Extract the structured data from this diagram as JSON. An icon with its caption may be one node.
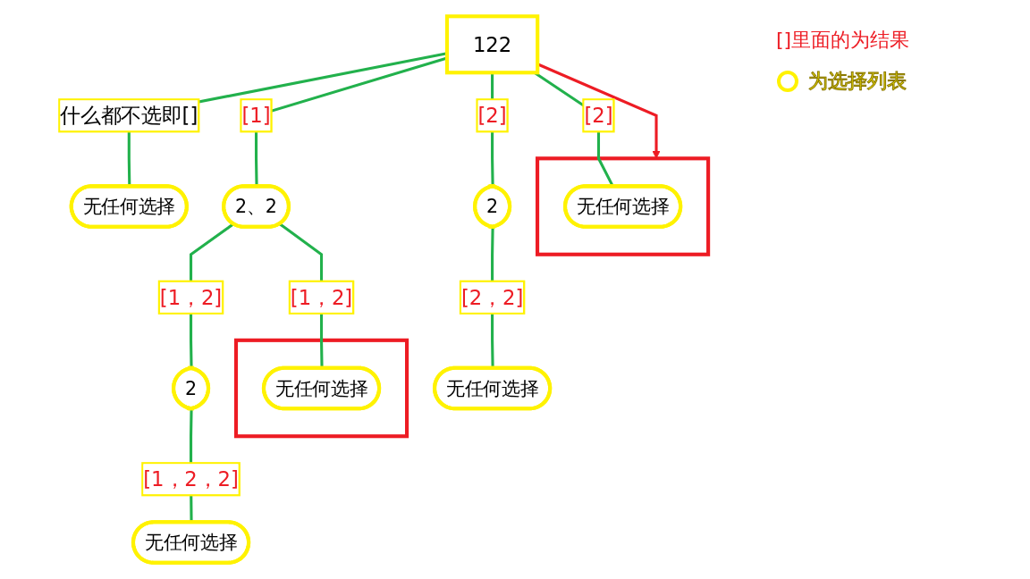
{
  "diagram": {
    "nodes": [
      {
        "text": [
          "122"
        ]
      },
      {
        "text": [
          "无任何选择"
        ]
      },
      {
        "text": [
          "2、2"
        ]
      },
      {
        "text": [
          "2"
        ]
      },
      {
        "text": [],
        "shape": "box"
      },
      {
        "text": [
          "无任何选择"
        ],
        "in": 4
      },
      {
        "text": [],
        "shape": "box"
      },
      {
        "text": [
          "2"
        ]
      },
      {
        "text": [
          "无任何选择"
        ],
        "in": 6
      },
      {
        "text": [
          "无任何选择"
        ]
      },
      {
        "text": [
          "无任何选择"
        ]
      }
    ],
    "edges": [
      {
        "from": 0,
        "to": 1,
        "arrow": "none",
        "label": "什么都不选即[]"
      },
      {
        "from": 0,
        "to": 2,
        "arrow": "none",
        "label": "[1]"
      },
      {
        "from": 0,
        "to": 3,
        "arrow": "none",
        "label": "[2]"
      },
      {
        "from": 0,
        "to": 5,
        "arrow": "none",
        "label": "[2]"
      },
      {
        "from": 2,
        "to": 7,
        "arrow": "none",
        "label": "[1，2]"
      },
      {
        "from": 2,
        "to": 8,
        "arrow": "none",
        "label": "[1，2]"
      },
      {
        "from": 3,
        "to": 9,
        "arrow": "none",
        "label": "[2，2]"
      },
      {
        "from": 7,
        "to": 10,
        "arrow": "none",
        "label": "[1，2，2]"
      },
      {
        "from": 0,
        "to": 4,
        "arrow": "to",
        "color": "#ed1c24"
      }
    ],
    "legend": [
      {
        "text": "[]里面的为结果"
      },
      {
        "text": "为选择列表",
        "color": "#fff200"
      }
    ]
  }
}
